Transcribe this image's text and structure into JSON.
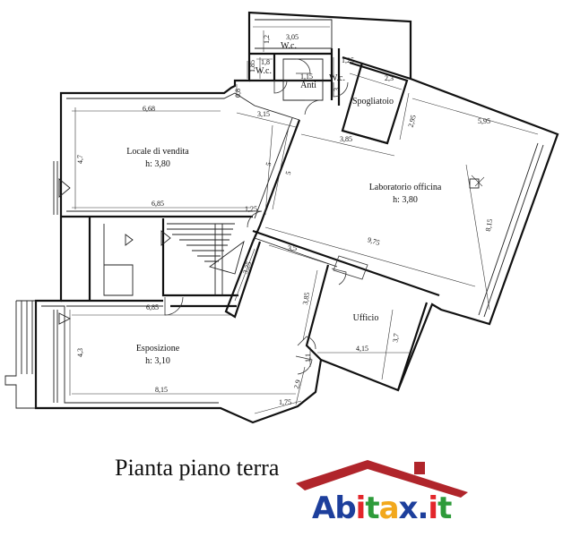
{
  "caption": "Pianta piano terra",
  "logo": {
    "letters": [
      "A",
      "b",
      "i",
      "t",
      "a",
      "x",
      ".",
      "i",
      "t"
    ],
    "colors": [
      "#1d3f9c",
      "#1d3f9c",
      "#e3262b",
      "#2e9b3a",
      "#f2a81d",
      "#1d3f9c",
      "#1d3f9c",
      "#e3262b",
      "#2e9b3a"
    ],
    "roof_color": "#b0252b"
  },
  "rooms": [
    {
      "name": "Locale di vendita",
      "height": "h: 3,80"
    },
    {
      "name": "Laboratorio officina",
      "height": "h: 3,80"
    },
    {
      "name": "Esposizione",
      "height": "h: 3,10"
    },
    {
      "name": "Ufficio"
    },
    {
      "name": "Spogliatoio"
    },
    {
      "name": "W.c."
    },
    {
      "name": "W.c."
    },
    {
      "name": "W.c."
    },
    {
      "name": "Anti"
    }
  ],
  "dimensions": [
    "6,68",
    "4,7",
    "6,85",
    "3,15",
    "5",
    "5",
    "1,25",
    "3,85",
    "5,95",
    "2,95",
    "2,3",
    "1,25",
    "3",
    "3,05",
    "1,2",
    "1,8",
    "1,85",
    "0,8",
    "1,15",
    "9,75",
    "8,15",
    "3,5",
    "3,85",
    "3,25",
    "6,85",
    "4,3",
    "4,15",
    "3,7",
    "1,1",
    "8,15",
    "2,9",
    "1,75"
  ]
}
